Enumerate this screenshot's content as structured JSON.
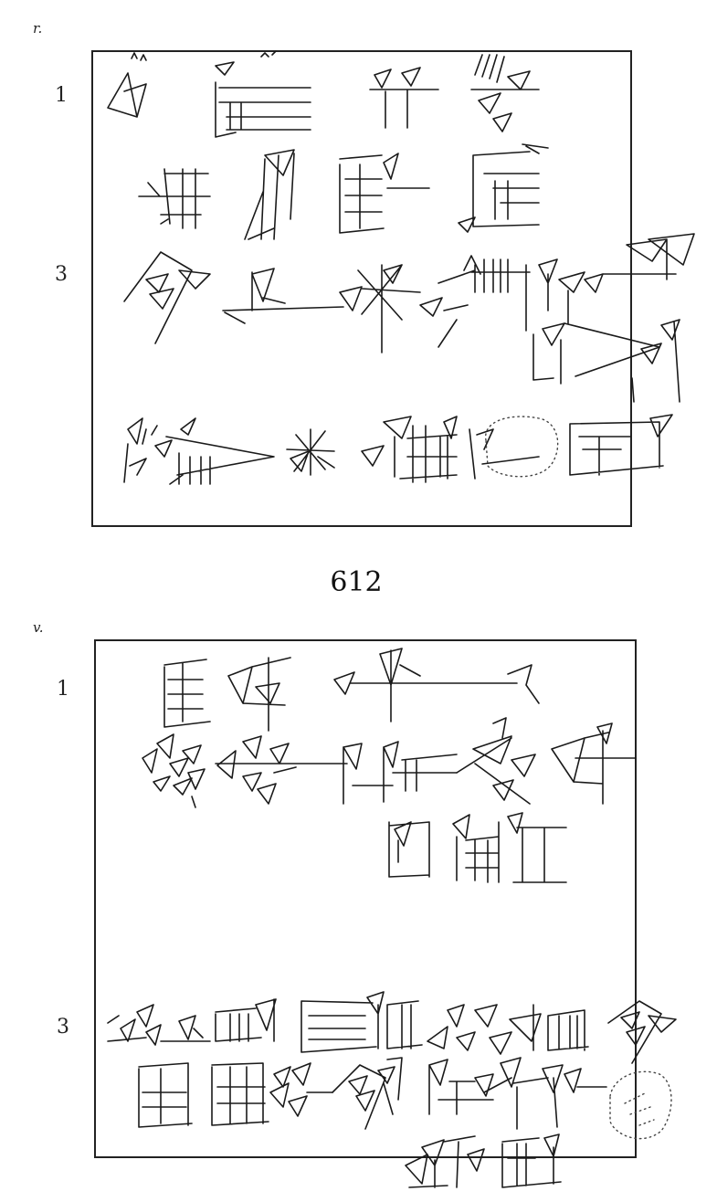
{
  "obverse": {
    "side_label": "r.",
    "line_numbers": [
      "1",
      "3"
    ]
  },
  "catalog_number": "612",
  "reverse": {
    "side_label": "v.",
    "line_numbers": [
      "1",
      "3"
    ]
  },
  "colors": {
    "ink": "#1a1a1a",
    "paper": "#ffffff"
  }
}
